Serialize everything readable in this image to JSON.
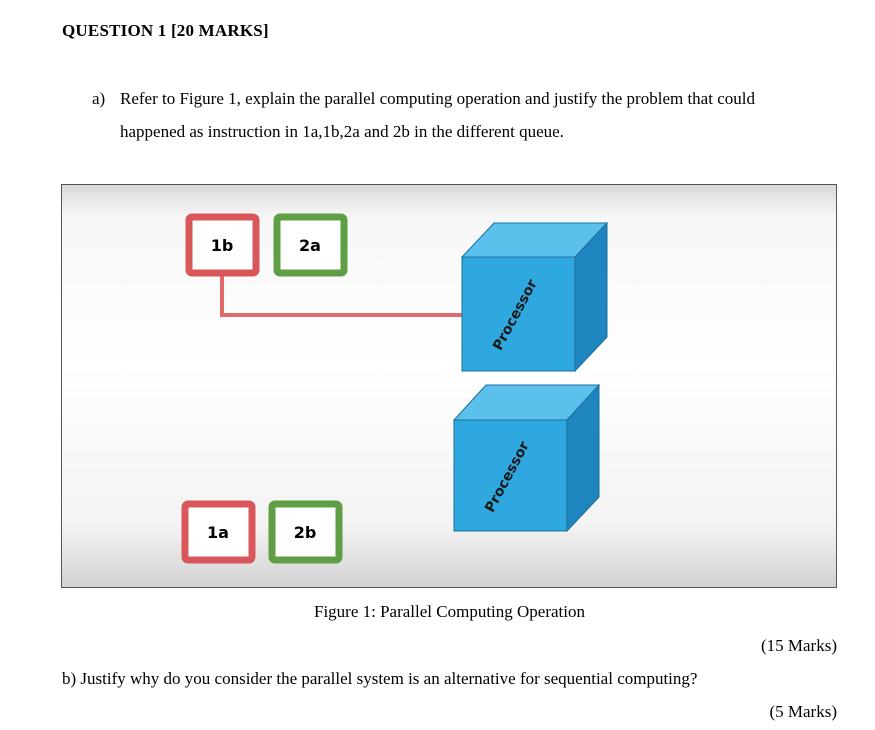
{
  "question": {
    "heading": "QUESTION 1 [20 MARKS]",
    "part_a": {
      "label": "a)",
      "line1": "Refer to Figure 1, explain the parallel computing operation and justify the problem that could",
      "line2": "happened as instruction in 1a,1b,2a and 2b in the different queue.",
      "marks": "(15 Marks)"
    },
    "part_b": {
      "text": "b) Justify why do you consider the parallel system is an alternative for sequential computing?",
      "marks": "(5 Marks)"
    }
  },
  "figure": {
    "caption": "Figure 1: Parallel Computing Operation",
    "instructions": [
      {
        "label": "1b",
        "color": "#d9575b"
      },
      {
        "label": "2a",
        "color": "#5f9e45"
      },
      {
        "label": "1a",
        "color": "#d9575b"
      },
      {
        "label": "2b",
        "color": "#5f9e45"
      }
    ],
    "processors": [
      {
        "label": "Processor"
      },
      {
        "label": "Processor"
      }
    ],
    "colors": {
      "connector": "#e06a6a",
      "cube_front": "#2fa8e0",
      "cube_top": "#5bc0ec",
      "cube_side": "#1f85be"
    }
  }
}
